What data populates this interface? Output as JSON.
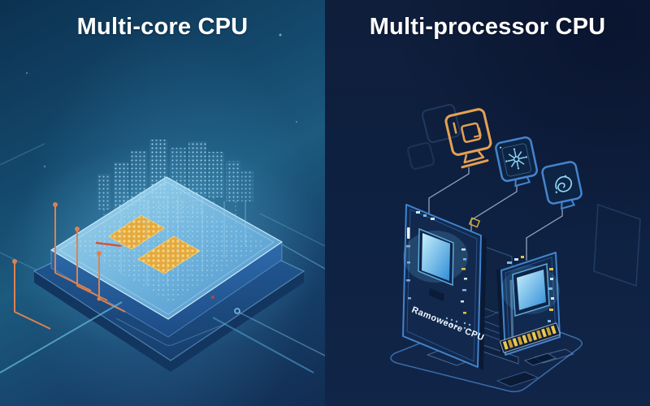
{
  "titles": {
    "left": "Multi-core CPU",
    "right": "Multi-processor CPU"
  },
  "left_panel": {
    "subject": "isometric CPU chip with two gold core blocks and rising binary data streams"
  },
  "right_panel": {
    "board_label": "Ramoweore CPU",
    "subject": "two processor boards on a platform linked to three chip icons"
  },
  "icons": [
    {
      "name": "chip-frame-icon"
    },
    {
      "name": "clock-burst-chip-icon"
    },
    {
      "name": "swirl-chip-icon"
    }
  ],
  "colors": {
    "left_bg": "#1c5a7e",
    "right_bg": "#0e2142",
    "chip_top": "#7fc0dd",
    "core_gold": "#e7a93e",
    "trace_orange": "#dd8150",
    "board_navy": "#12294d",
    "board_outline": "#4283cd",
    "cpu_cyan": "#8fd4f4",
    "pin_gold": "#ecc84e",
    "title_white": "#ffffff"
  }
}
